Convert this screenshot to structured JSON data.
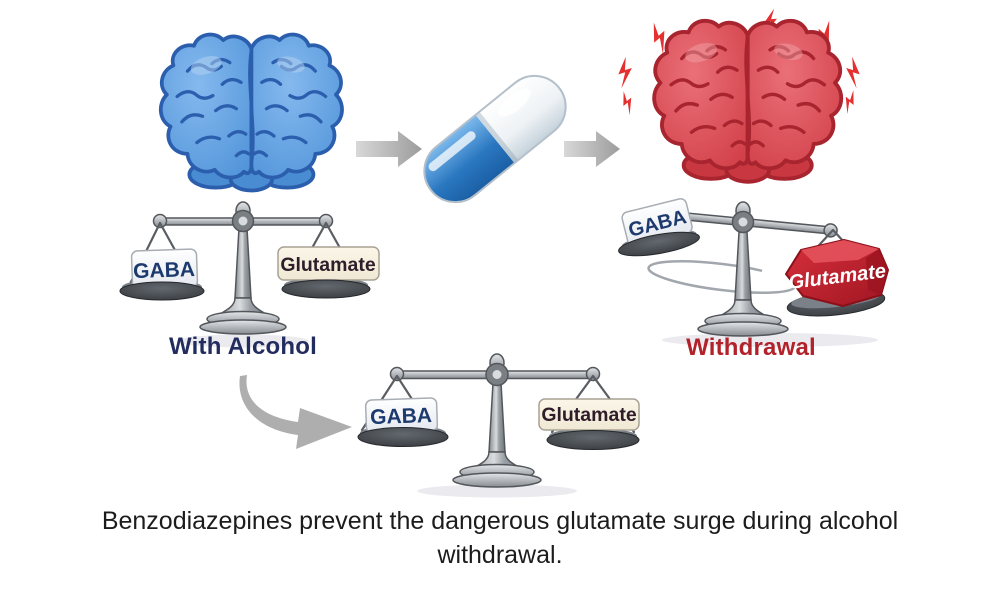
{
  "caption": {
    "line1": "Benzodiazepines prevent the dangerous glutamate surge during alcohol",
    "line2": "withdrawal."
  },
  "stages": {
    "with_alcohol": {
      "label": "With Alcohol",
      "left_weight": "GABA",
      "right_weight": "Glutamate"
    },
    "withdrawal": {
      "label": "Withdrawal",
      "left_weight": "GABA",
      "right_weight": "Glutamate"
    },
    "benzodiazepine": {
      "left_weight": "GABA",
      "right_weight": "Glutamate"
    }
  },
  "colors": {
    "calm_brain_blue": "#5b9bdb",
    "hyper_brain_red": "#d9454e",
    "lightning_red": "#e53030",
    "with_alcohol_label": "#232c5e",
    "withdrawal_label": "#b2222a",
    "gaba_text_navy": "#1d3a6e",
    "glutamate_text_dark": "#301d2a",
    "glutamate_weight_red": "#c42230",
    "arrow_gray": "#a8a8a8",
    "pill_blue": "#2a77c0"
  }
}
